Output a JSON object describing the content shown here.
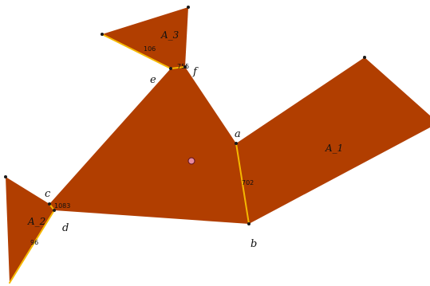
{
  "colors": {
    "fill": "#b13e00",
    "edge": "#f5b800",
    "point": "#1a1a1a",
    "center_point": "#e88aa0"
  },
  "vertices": {
    "a": "a",
    "b": "b",
    "c": "c",
    "d": "d",
    "e": "e",
    "f": "f"
  },
  "polygons": {
    "A_1": "A_1",
    "A_2": "A_2",
    "A_3": "A_3"
  },
  "measures": {
    "ab": "702",
    "cd": "1083",
    "ef": "755",
    "A_2_inner": "96",
    "A_3_inner": "106"
  }
}
